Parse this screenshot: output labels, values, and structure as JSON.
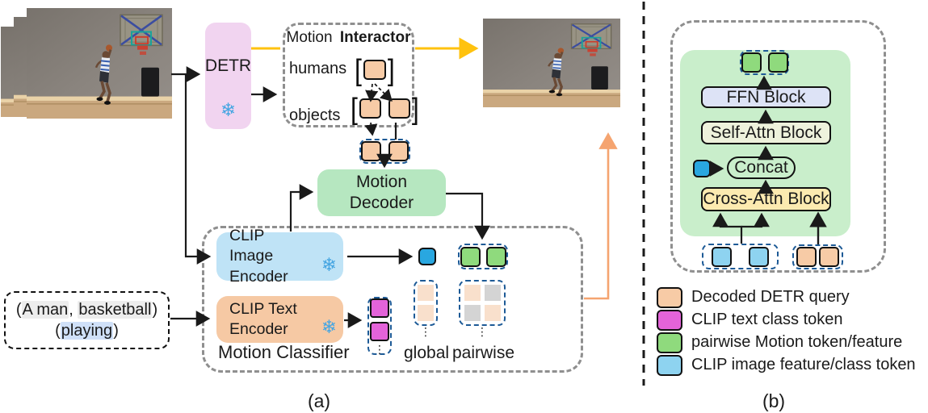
{
  "figure": {
    "caption_a": "(a)",
    "caption_b": "(b)"
  },
  "panel_a": {
    "detr": {
      "label": "DETR"
    },
    "interactor": {
      "title_regular": "Motion",
      "title_bold": "Interactor",
      "humans_label": "humans",
      "objects_label": "objects",
      "bracket_open": "[",
      "bracket_close": "]"
    },
    "decoder": {
      "label": "Motion Decoder"
    },
    "image_encoder": {
      "label": "CLIP Image Encoder"
    },
    "text_encoder": {
      "label": "CLIP Text Encoder"
    },
    "classifier": {
      "label": "Motion Classifier"
    },
    "prompt": {
      "open1": "(",
      "noun1": "A man",
      "separator": ", ",
      "noun2": "basketball",
      "close1": ")",
      "open2": "(",
      "verb": "playing",
      "close2": ")"
    },
    "score_labels": {
      "global": "global",
      "pairwise": "pairwise"
    },
    "ellipsis": "⋮"
  },
  "panel_b": {
    "ffn_block": "FFN Block",
    "self_attn_block": "Self-Attn Block",
    "concat": "Concat",
    "cross_attn_block": "Cross-Attn Block"
  },
  "legend": {
    "items": [
      {
        "label": "Decoded DETR query",
        "color": "#f7cba6"
      },
      {
        "label": "CLIP text class token",
        "color": "#e463d9"
      },
      {
        "label": "pairwise Motion token/feature",
        "color": "#8fda7d"
      },
      {
        "label": "CLIP image feature/class token",
        "color": "#8ed3f0"
      }
    ]
  },
  "icons": {
    "snowflake": "❄"
  },
  "colors": {
    "detr_fill": "#f1d4f0",
    "decoder_fill": "#b6e7c0",
    "image_encoder_fill": "#bfe3f6",
    "text_encoder_fill": "#f6c9a4",
    "panel_b_green": "#c9eecb",
    "ffn_fill": "#dde3f6",
    "self_attn_fill": "#eef2dc",
    "cross_attn_fill": "#fceab0",
    "arrow_yellow": "#ffc20e",
    "arrow_orange": "#f5a470"
  }
}
